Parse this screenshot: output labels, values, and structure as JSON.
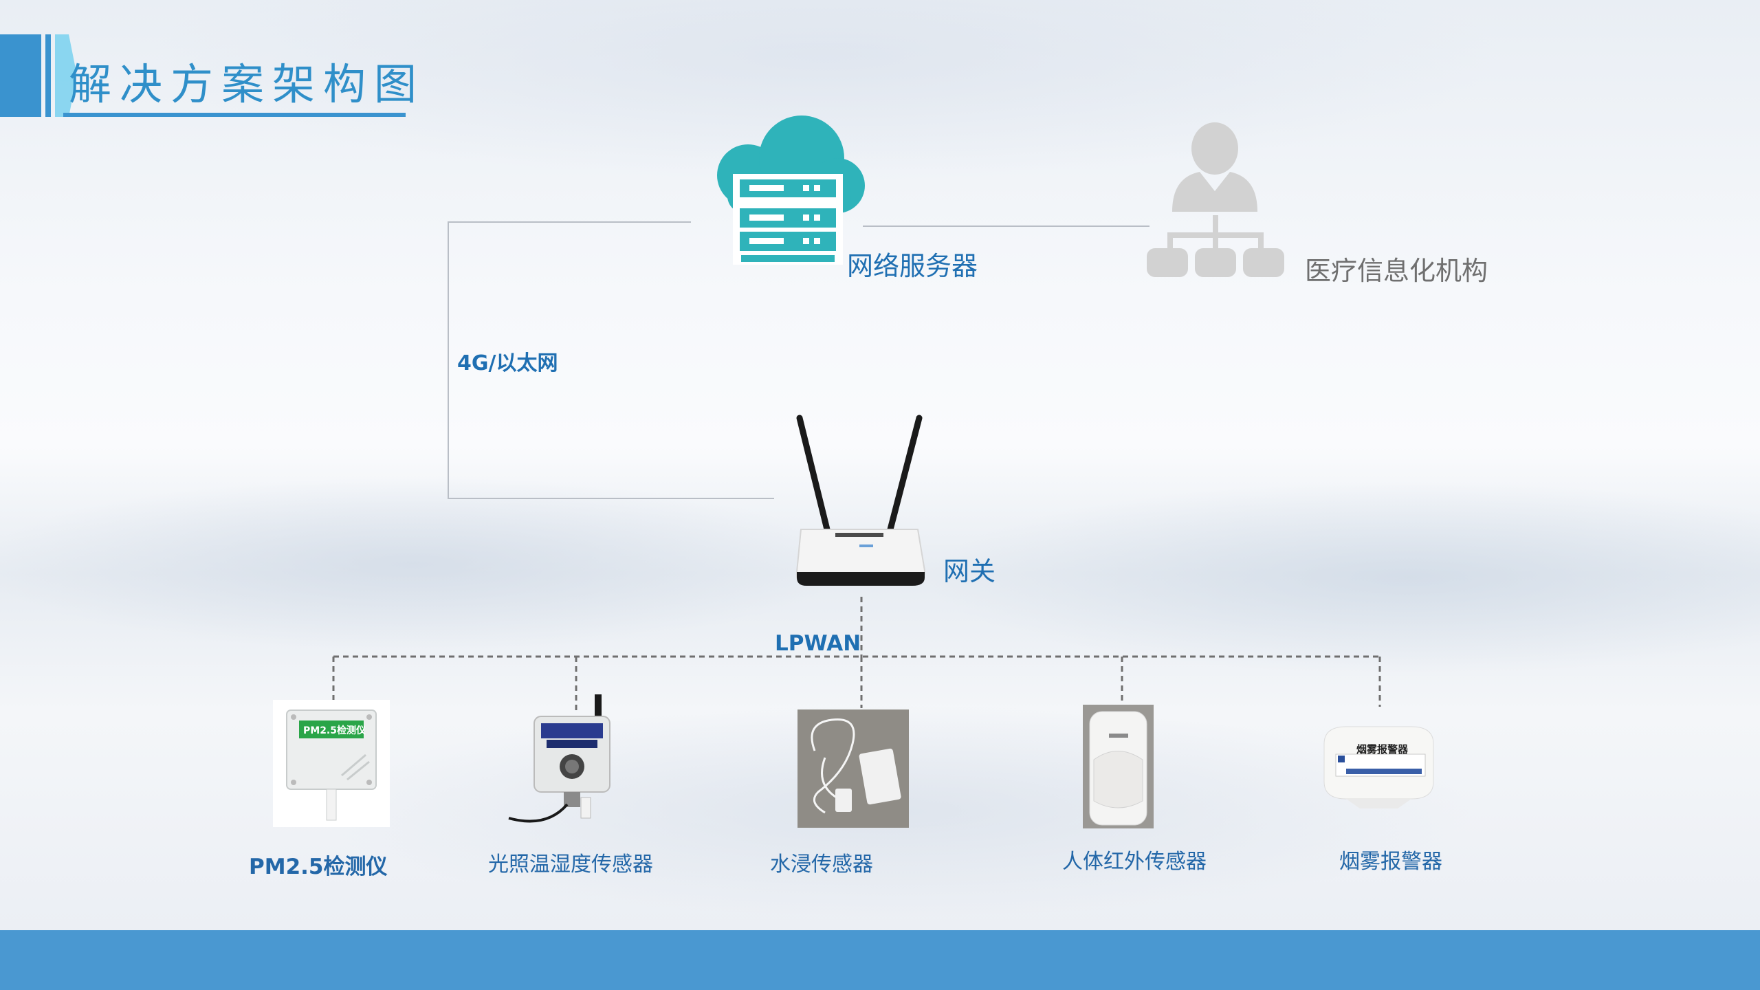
{
  "header": {
    "title": "解决方案架构图"
  },
  "diagram": {
    "server_label": "网络服务器",
    "institution_label": "医疗信息化机构",
    "link_label": "4G/以太网",
    "gateway_label": "网关",
    "lpwan_label": "LPWAN",
    "sensors": [
      {
        "label": "PM2.5检测仪",
        "device_text": "PM2.5检测仪"
      },
      {
        "label": "光照温湿度传感器"
      },
      {
        "label": "水浸传感器"
      },
      {
        "label": "人体红外传感器"
      },
      {
        "label": "烟雾报警器",
        "device_text": "烟雾报警器"
      }
    ]
  },
  "colors": {
    "accent": "#3a93cf",
    "cloud": "#2fb3ba",
    "label_blue": "#1f6fb2",
    "bottom_band": "#4a98d1"
  },
  "icons": [
    "cloud-server-icon",
    "org-chart-person-icon",
    "router-icon"
  ]
}
